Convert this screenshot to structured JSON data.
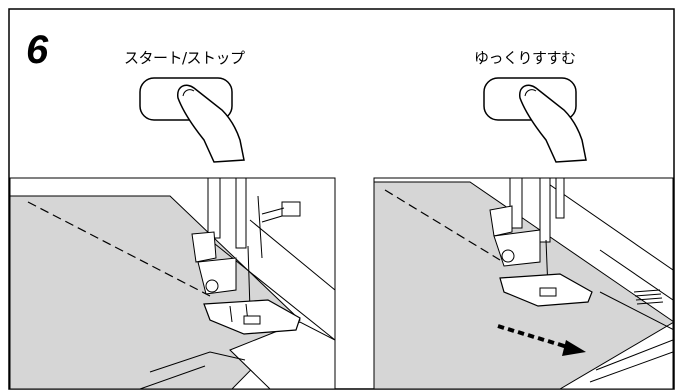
{
  "step": {
    "number": "6"
  },
  "buttons": [
    {
      "caption": "スタート/ストップ"
    },
    {
      "caption": "ゆっくりすすむ"
    }
  ]
}
